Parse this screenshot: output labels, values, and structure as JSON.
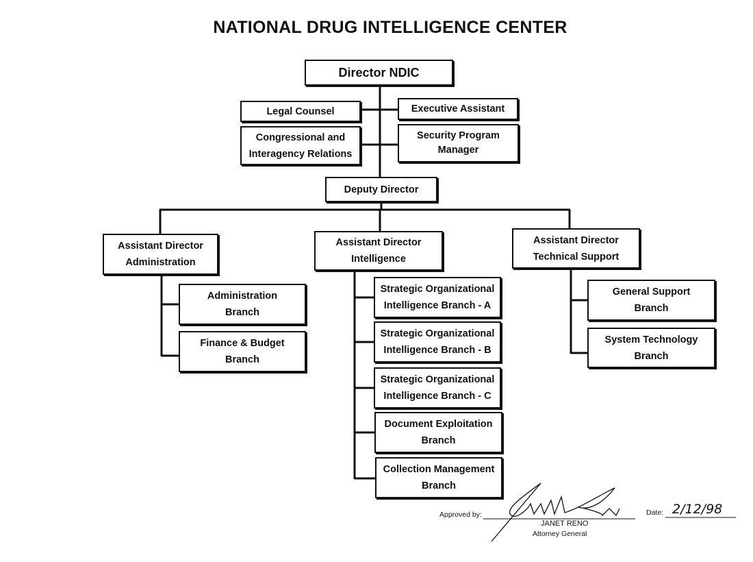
{
  "title": "NATIONAL DRUG INTELLIGENCE CENTER",
  "boxes": {
    "director": "Director NDIC",
    "legal": "Legal Counsel",
    "exec": "Executive Assistant",
    "congress": "Congressional and\nInteragency Relations",
    "security": "Security Program\nManager",
    "deputy": "Deputy Director",
    "ad_admin": "Assistant Director\nAdministration",
    "ad_intel": "Assistant Director\nIntelligence",
    "ad_tech": "Assistant Director\nTechnical Support",
    "admin_branch": "Administration\nBranch",
    "finance": "Finance & Budget\nBranch",
    "soib_a": "Strategic Organizational\nIntelligence Branch - A",
    "soib_b": "Strategic Organizational\nIntelligence Branch - B",
    "soib_c": "Strategic Organizational\nIntelligence Branch - C",
    "doc": "Document Exploitation\nBranch",
    "collection": "Collection Management\nBranch",
    "general": "General Support\nBranch",
    "systech": "System Technology\nBranch"
  },
  "approval": {
    "approved_by_label": "Approved by:",
    "name": "JANET RENO",
    "role": "Attorney General",
    "signature": "Janet Reno",
    "date_label": "Date:",
    "date_value": "2/12/98"
  }
}
